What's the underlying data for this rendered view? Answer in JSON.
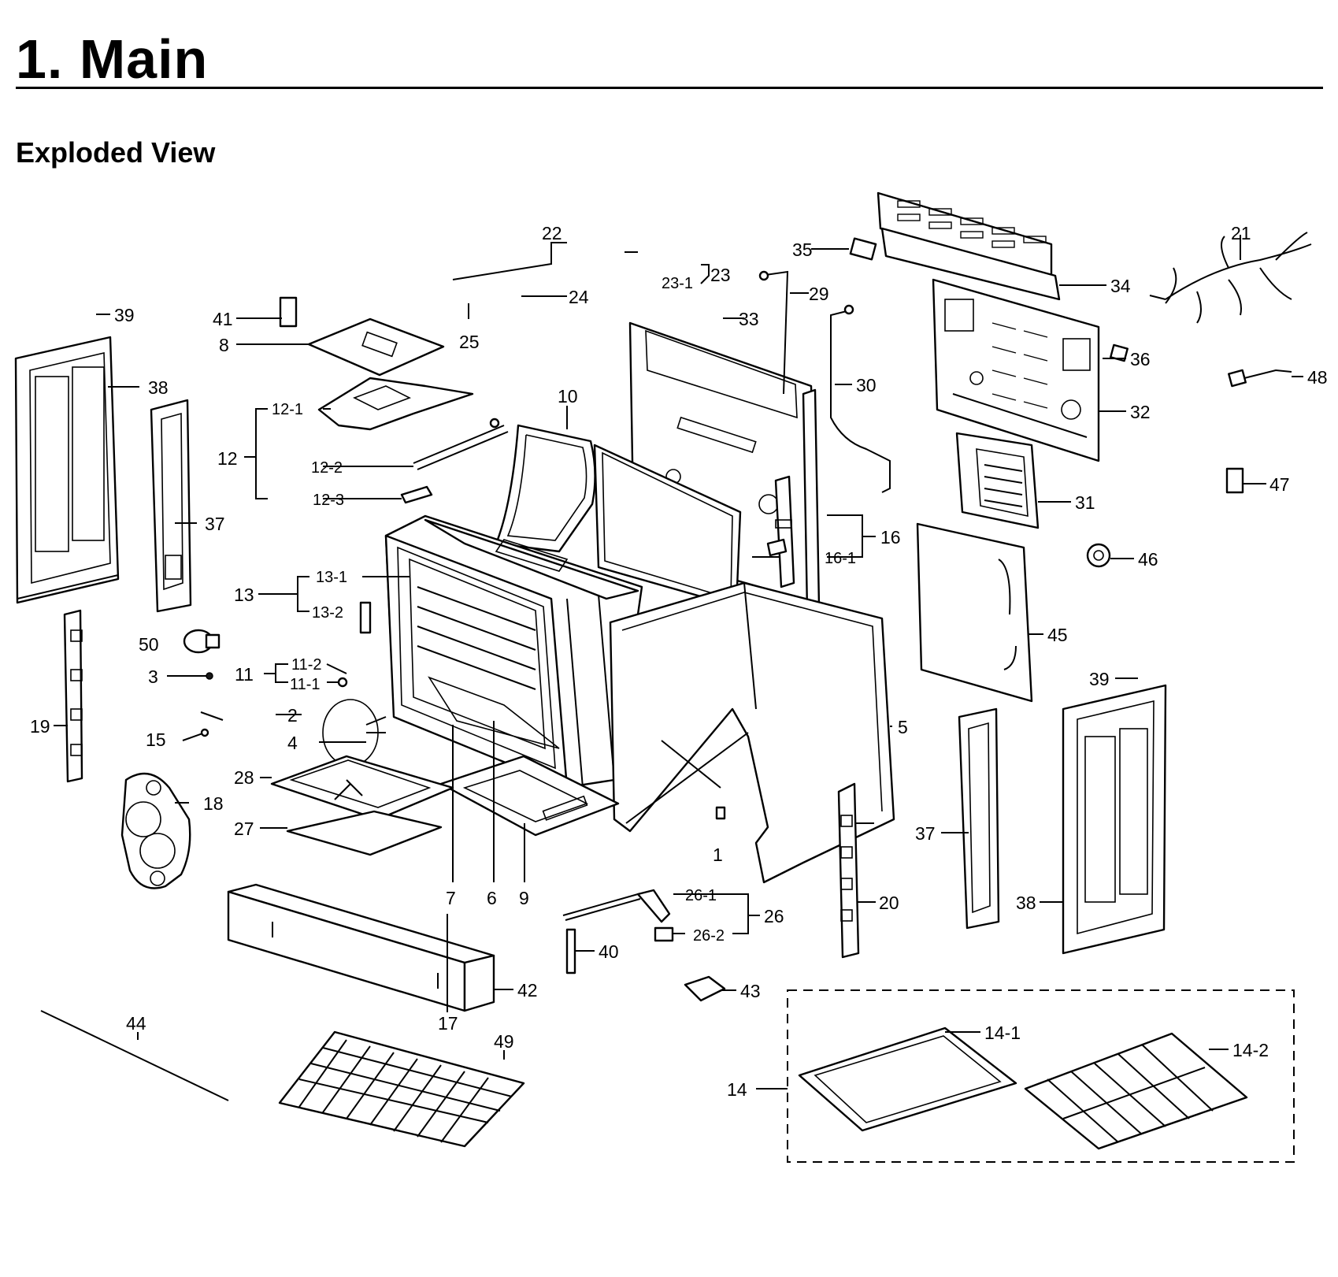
{
  "page": {
    "heading": "1.  Main",
    "subheading": "Exploded View"
  },
  "labels": {
    "l1": "1",
    "l2": "2",
    "l3": "3",
    "l4": "4",
    "l5": "5",
    "l6": "6",
    "l7": "7",
    "l8": "8",
    "l9": "9",
    "l10": "10",
    "l11": "11",
    "l11_1": "11-1",
    "l11_2": "11-2",
    "l12": "12",
    "l12_1": "12-1",
    "l12_2": "12-2",
    "l12_3": "12-3",
    "l13": "13",
    "l13_1": "13-1",
    "l13_2": "13-2",
    "l14": "14",
    "l14_1": "14-1",
    "l14_2": "14-2",
    "l15": "15",
    "l16": "16",
    "l16_1": "16-1",
    "l17": "17",
    "l18": "18",
    "l19": "19",
    "l20": "20",
    "l21": "21",
    "l22": "22",
    "l23": "23",
    "l23_1": "23-1",
    "l24": "24",
    "l25": "25",
    "l26": "26",
    "l26_1": "26-1",
    "l26_2": "26-2",
    "l27": "27",
    "l28": "28",
    "l29": "29",
    "l30": "30",
    "l31": "31",
    "l32": "32",
    "l33": "33",
    "l34": "34",
    "l35": "35",
    "l36": "36",
    "l37a": "37",
    "l37b": "37",
    "l38a": "38",
    "l38b": "38",
    "l39a": "39",
    "l39b": "39",
    "l40": "40",
    "l41": "41",
    "l42": "42",
    "l43": "43",
    "l44": "44",
    "l45": "45",
    "l46": "46",
    "l47": "47",
    "l48": "48",
    "l49": "49",
    "l50": "50"
  },
  "colors": {
    "line": "#000000",
    "background": "#ffffff"
  }
}
